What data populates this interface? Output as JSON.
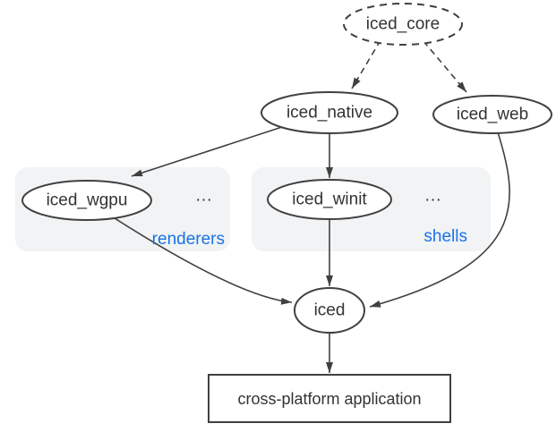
{
  "diagram": {
    "nodes": {
      "iced_core": {
        "label": "iced_core",
        "shape": "ellipse",
        "border": "dashed"
      },
      "iced_native": {
        "label": "iced_native",
        "shape": "ellipse",
        "border": "solid"
      },
      "iced_web": {
        "label": "iced_web",
        "shape": "ellipse",
        "border": "solid"
      },
      "iced_wgpu": {
        "label": "iced_wgpu",
        "shape": "ellipse",
        "border": "solid",
        "group": "renderers"
      },
      "iced_winit": {
        "label": "iced_winit",
        "shape": "ellipse",
        "border": "solid",
        "group": "shells"
      },
      "iced": {
        "label": "iced",
        "shape": "ellipse",
        "border": "solid"
      },
      "app": {
        "label": "cross-platform application",
        "shape": "rect",
        "border": "solid"
      }
    },
    "groups": {
      "renderers": {
        "label": "renderers",
        "more_indicator": "..."
      },
      "shells": {
        "label": "shells",
        "more_indicator": "..."
      }
    },
    "edges": [
      {
        "from": "iced_core",
        "to": "iced_native",
        "style": "dashed"
      },
      {
        "from": "iced_core",
        "to": "iced_web",
        "style": "dashed"
      },
      {
        "from": "iced_native",
        "to": "iced_wgpu",
        "style": "solid"
      },
      {
        "from": "iced_native",
        "to": "iced_winit",
        "style": "solid"
      },
      {
        "from": "iced_winit",
        "to": "iced",
        "style": "solid"
      },
      {
        "from": "iced_wgpu",
        "to": "iced",
        "style": "solid"
      },
      {
        "from": "iced_web",
        "to": "iced",
        "style": "solid"
      },
      {
        "from": "iced",
        "to": "app",
        "style": "solid"
      }
    ],
    "colors": {
      "background": "#ffffff",
      "node_stroke": "#404040",
      "node_fill": "#ffffff",
      "text": "#333333",
      "group_fill": "#f1f3f4",
      "group_label": "#1a73e8"
    }
  }
}
